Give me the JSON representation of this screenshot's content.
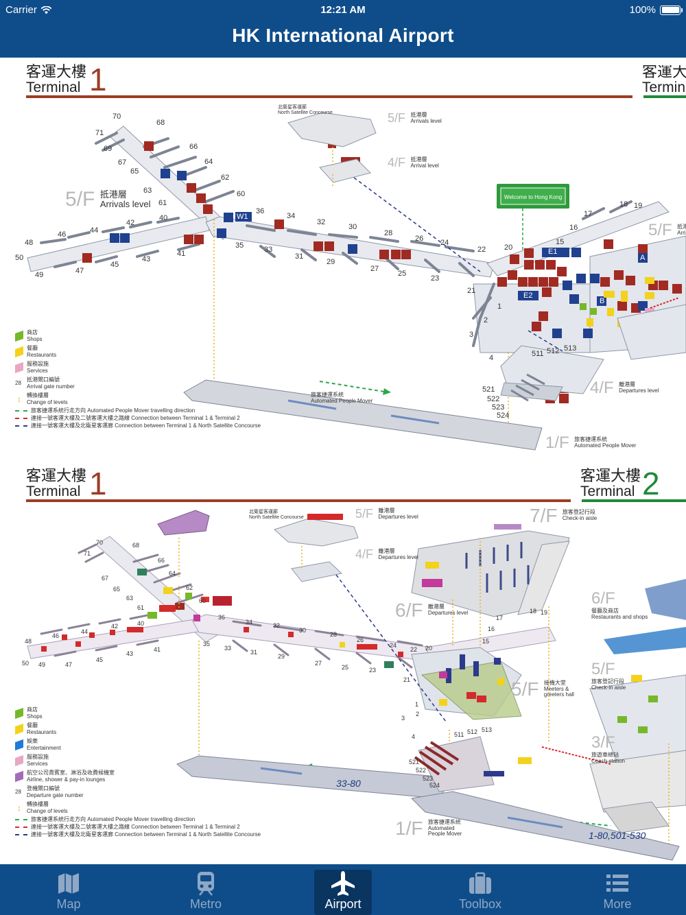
{
  "status_bar": {
    "carrier": "Carrier",
    "time": "12:21 AM",
    "battery": "100%"
  },
  "header": {
    "title": "HK International Airport"
  },
  "map": {
    "top": {
      "terminal1": {
        "cn": "客運大樓",
        "en": "Terminal",
        "num": "1"
      },
      "terminal2": {
        "cn": "客運大",
        "en": "Termin"
      },
      "levels": {
        "l5": {
          "num": "5/F",
          "cn": "抵港層",
          "en": "Arrivals level"
        },
        "nsc5": {
          "num": "5/F",
          "cn": "抵港層",
          "en": "Arrivals level"
        },
        "nsc4": {
          "num": "4/F",
          "cn": "抵港層",
          "en": "Arrival level"
        },
        "l4": {
          "num": "4/F",
          "cn": "離港層",
          "en": "Departures level"
        },
        "l1": {
          "num": "1/F",
          "cn": "旅客捷運系統",
          "en": "Automated People Mover"
        },
        "t2l5": {
          "num": "5/F",
          "cn": "抵港",
          "en": "Arri"
        }
      },
      "apm_label": {
        "cn": "旅客捷運系統",
        "en": "Automated People Mover"
      },
      "nsc_label": {
        "cn": "北衛星客運廊",
        "en": "North Satellite Concourse"
      },
      "green_sign": "Welcome to Hong Kong",
      "gates": [
        "70",
        "68",
        "71",
        "69",
        "66",
        "67",
        "64",
        "65",
        "62",
        "63",
        "60",
        "61",
        "36",
        "40",
        "42",
        "44",
        "46",
        "48",
        "50",
        "49",
        "47",
        "45",
        "43",
        "41",
        "35",
        "34",
        "33",
        "32",
        "31",
        "30",
        "29",
        "28",
        "27",
        "26",
        "25",
        "24",
        "23",
        "22",
        "21",
        "20",
        "17",
        "18",
        "19",
        "16",
        "15",
        "1",
        "2",
        "3",
        "4",
        "511",
        "512",
        "513",
        "521",
        "522",
        "523",
        "524"
      ],
      "markers": [
        "W1",
        "E1",
        "E2",
        "A",
        "B"
      ],
      "legend": [
        {
          "cn": "商店",
          "en": "Shops"
        },
        {
          "cn": "餐廳",
          "en": "Restaurants"
        },
        {
          "cn": "服務設施",
          "en": "Services"
        },
        {
          "cn": "抵港閘口編號",
          "en": "Arrival gate number",
          "prefix": "28"
        },
        {
          "cn": "轉換樓層",
          "en": "Change of levels"
        },
        {
          "cn": "旅客捷運系統行走方向",
          "en": "Automated People Mover travelling direction"
        },
        {
          "cn": "連接一號客運大樓及二號客運大樓之路線",
          "en": "Connection between Terminal 1 & Terminal 2"
        },
        {
          "cn": "連接一號客運大樓及北衛星客運廊",
          "en": "Connection between Terminal 1 & North Satellite Concourse"
        }
      ]
    },
    "bottom": {
      "terminal1": {
        "cn": "客運大樓",
        "en": "Terminal",
        "num": "1"
      },
      "terminal2": {
        "cn": "客運大樓",
        "en": "Terminal",
        "num": "2"
      },
      "levels": {
        "nsc5": {
          "num": "5/F",
          "cn": "離港層",
          "en": "Departures level"
        },
        "nsc4": {
          "num": "4/F",
          "cn": "離港層",
          "en": "Departures level"
        },
        "l6": {
          "num": "6/F",
          "cn": "離港層",
          "en": "Departures level"
        },
        "l7": {
          "num": "7/F",
          "cn": "旅客登記行段",
          "en": "Check-in aisle"
        },
        "l5": {
          "num": "5/F",
          "cn": "接機大堂",
          "en": "Meeters & greeters hall"
        },
        "l1": {
          "num": "1/F",
          "cn": "旅客捷運系統",
          "en": "Automated People Mover"
        },
        "t2l6": {
          "num": "6/F",
          "cn": "餐廳及商店",
          "en": "Restaurants and shops"
        },
        "t2l5": {
          "num": "5/F",
          "cn": "旅客登記行段",
          "en": "Check-in aisle"
        },
        "t2l3": {
          "num": "3/F",
          "cn": "旅遊車總站",
          "en": "Coach station"
        }
      },
      "apm_notes": [
        "33-80",
        "1-80,501-530"
      ],
      "nsc_label": {
        "cn": "北衛星客運廊",
        "en": "North Satellite Concourse"
      },
      "gates": [
        "70",
        "68",
        "71",
        "66",
        "67",
        "64",
        "65",
        "62",
        "63",
        "60",
        "61",
        "36",
        "40",
        "42",
        "44",
        "46",
        "48",
        "50",
        "49",
        "47",
        "45",
        "43",
        "41",
        "35",
        "34",
        "33",
        "32",
        "31",
        "30",
        "29",
        "28",
        "27",
        "26",
        "25",
        "24",
        "23",
        "22",
        "21",
        "20",
        "17",
        "18",
        "19",
        "16",
        "15",
        "1",
        "2",
        "3",
        "4",
        "511",
        "512",
        "513",
        "521",
        "522",
        "523",
        "524"
      ],
      "legend": [
        {
          "cn": "商店",
          "en": "Shops"
        },
        {
          "cn": "餐廳",
          "en": "Restaurants"
        },
        {
          "cn": "娛樂",
          "en": "Entertainment"
        },
        {
          "cn": "服務設施",
          "en": "Services"
        },
        {
          "cn": "航空公司貴賓室、淋浴及收費候機室",
          "en": "Airline, shower & pay-in lounges"
        },
        {
          "cn": "登機閘口編號",
          "en": "Departure gate number",
          "prefix": "28"
        },
        {
          "cn": "轉換樓層",
          "en": "Change of levels"
        },
        {
          "cn": "旅客捷運系統行走方向",
          "en": "Automated People Mover travelling direction"
        },
        {
          "cn": "連接一號客運大樓及二號客運大樓之路線",
          "en": "Connection between Terminal 1 & Terminal 2"
        },
        {
          "cn": "連接一號客運大樓及北衛星客運廊",
          "en": "Connection between Terminal 1 & North Satellite Concourse"
        }
      ]
    }
  },
  "tabs": [
    {
      "label": "Map",
      "icon": "map-icon",
      "active": false
    },
    {
      "label": "Metro",
      "icon": "train-icon",
      "active": false
    },
    {
      "label": "Airport",
      "icon": "airplane-icon",
      "active": true
    },
    {
      "label": "Toolbox",
      "icon": "toolbox-icon",
      "active": false
    },
    {
      "label": "More",
      "icon": "list-icon",
      "active": false
    }
  ],
  "colors": {
    "header_bg": "#0f4d8a",
    "terminal1": "#9c3d25",
    "terminal2": "#1f8a3a",
    "shop": "#76b82a",
    "restaurant": "#f2d21c",
    "service": "#e8a7c3",
    "entertainment": "#1e7bd8",
    "lounge": "#a26bb8",
    "apm_direction": "#2aa84a",
    "t1_t2_link": "#d42a2a",
    "nsc_link": "#2d3a8c"
  }
}
